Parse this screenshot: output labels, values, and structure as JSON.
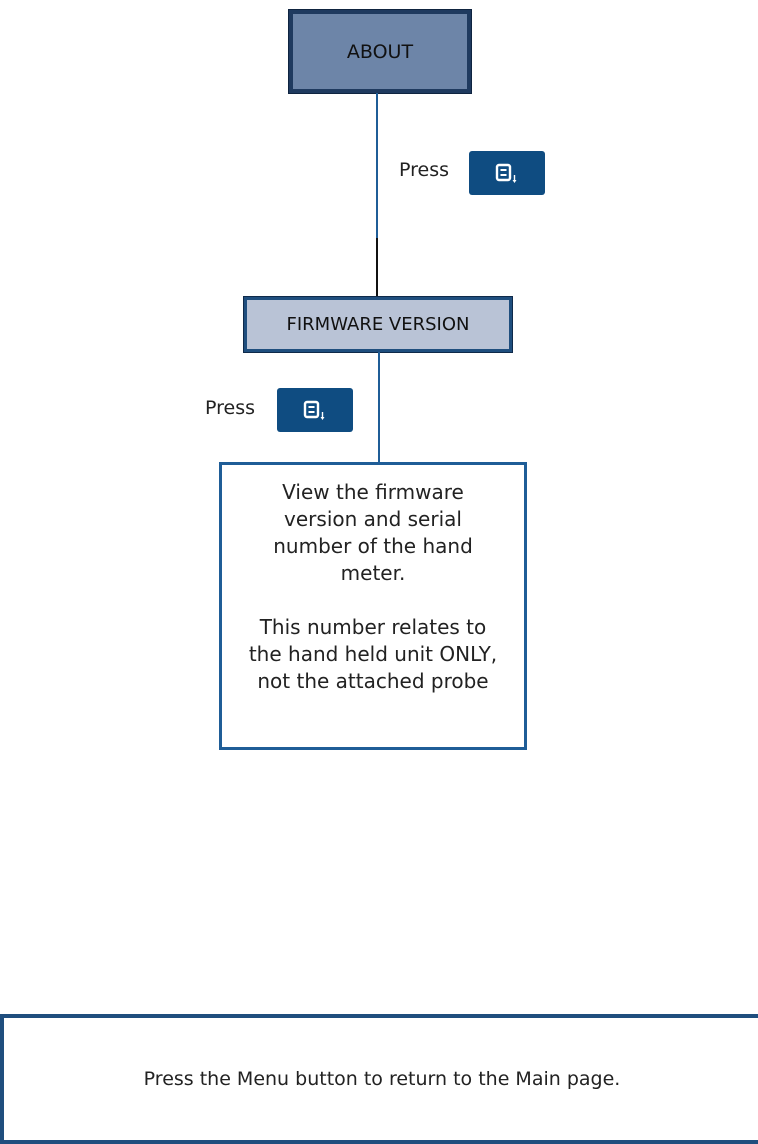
{
  "nodes": {
    "about": {
      "label": "ABOUT"
    },
    "firmware": {
      "label": "FIRMWARE VERSION"
    }
  },
  "steps": [
    {
      "press_label": "Press",
      "button_icon": "menu-down-icon"
    },
    {
      "press_label": "Press",
      "button_icon": "menu-down-icon"
    }
  ],
  "description": {
    "paragraph_1": "View the firmware version and serial number of the hand meter.",
    "paragraph_2": "This number relates to the hand held unit ONLY, not the attached probe"
  },
  "footer": {
    "text": "Press the Menu button to return to the Main page."
  },
  "colors": {
    "about_fill": "#6d85a8",
    "firmware_fill": "#b9c3d6",
    "button_fill": "#0f4c81",
    "border_blue": "#1f5d97"
  }
}
